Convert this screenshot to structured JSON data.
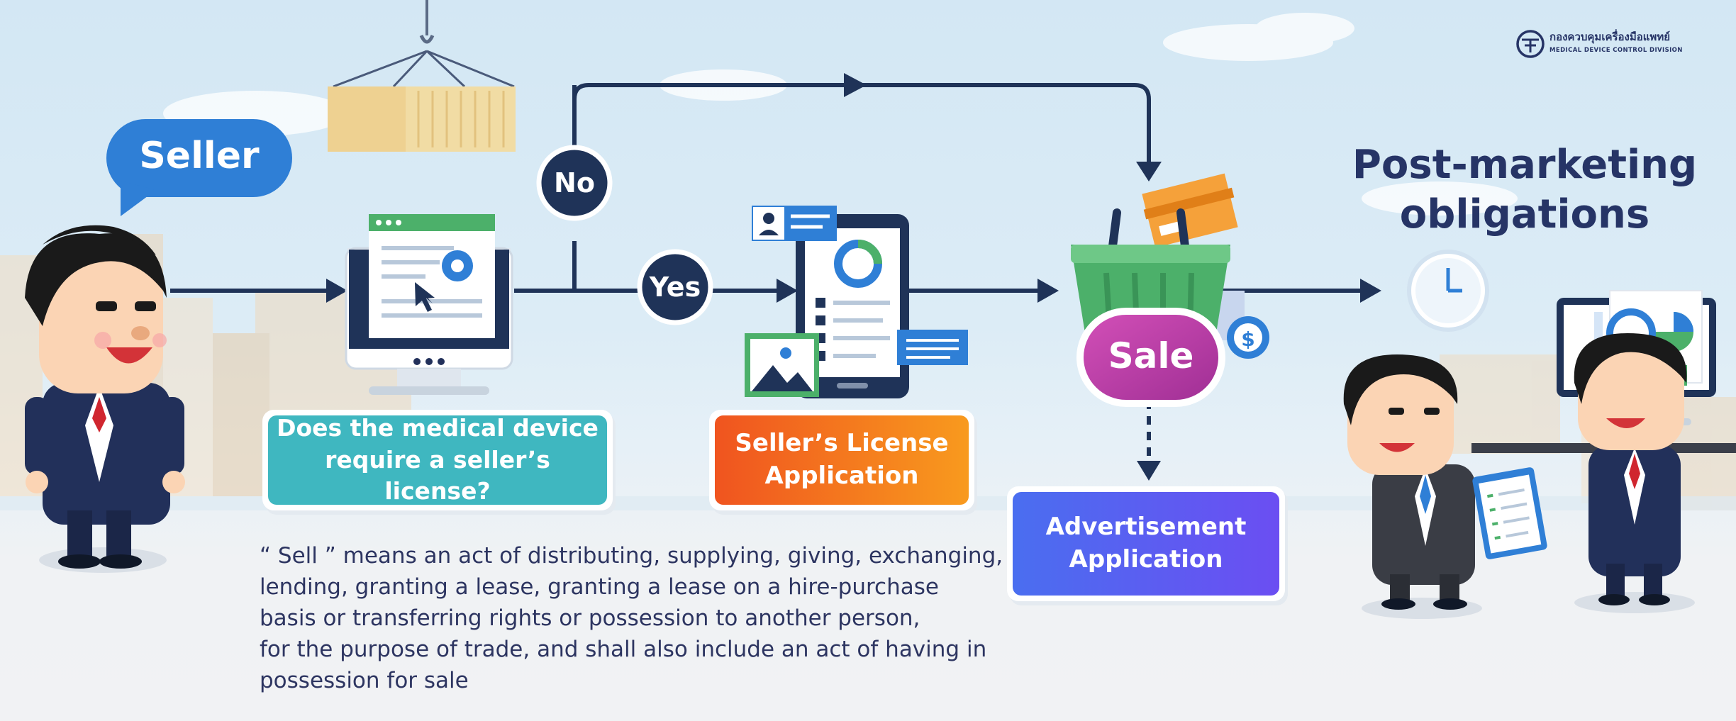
{
  "logo": {
    "thai_name": "กองควบคุมเครื่องมือแพทย์",
    "english_name": "MEDICAL DEVICE CONTROL DIVISION"
  },
  "seller_bubble": {
    "label": "Seller"
  },
  "decision_node": {
    "question_line1": "Does the medical device",
    "question_line2": "require a seller’s license?",
    "no_label": "No",
    "yes_label": "Yes"
  },
  "license_node": {
    "line1": "Seller’s License",
    "line2": "Application"
  },
  "sale_node": {
    "label": "Sale"
  },
  "advertisement_node": {
    "line1": "Advertisement",
    "line2": "Application"
  },
  "post_marketing": {
    "title_line1": "Post-marketing",
    "title_line2": "obligations"
  },
  "definition": {
    "lines": [
      "“ Sell ” means an act of distributing, supplying, giving, exchanging,",
      "lending, granting a lease, granting a lease on a hire-purchase",
      "basis or transferring rights or possession to another person,",
      "for the purpose of trade, and shall also include an act of having in",
      "possession for sale"
    ]
  },
  "colors": {
    "navy": "#1f3358",
    "seller_bubble": "#2f7fd6",
    "decision_card": "#3fb7c0",
    "license_card_start": "#f0541f",
    "license_card_end": "#f89a1e",
    "sale_pill": "#b63aa3",
    "advertisement_card": "#5a5cf0",
    "basket_green": "#4cb06a"
  }
}
